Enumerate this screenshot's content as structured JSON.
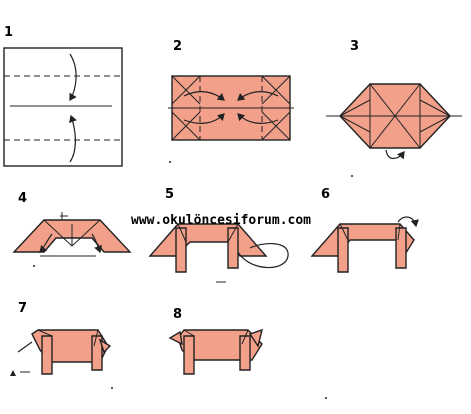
{
  "colors": {
    "paper": "#f2a08a",
    "outline": "#222222",
    "background": "#ffffff"
  },
  "watermark": "www.okulöncesiforum.com",
  "steps": [
    {
      "number": "1"
    },
    {
      "number": "2"
    },
    {
      "number": "3"
    },
    {
      "number": "4"
    },
    {
      "number": "5"
    },
    {
      "number": "6"
    },
    {
      "number": "7"
    },
    {
      "number": "8"
    }
  ]
}
